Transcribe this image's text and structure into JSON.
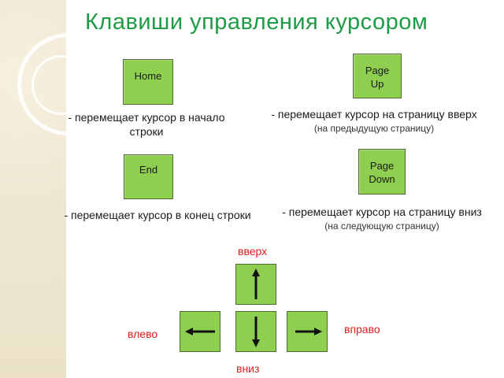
{
  "title": "Клавиши управления курсором",
  "keys": {
    "home": {
      "label": "Home",
      "desc": "- перемещает курсор в начало строки"
    },
    "end": {
      "label": "End",
      "desc": "- перемещает курсор в конец строки"
    },
    "page_up": {
      "label_line1": "Page",
      "label_line2": "Up",
      "desc": "- перемещает курсор на страницу вверх",
      "note": "(на предыдущую страницу)"
    },
    "page_down": {
      "label_line1": "Page",
      "label_line2": "Down",
      "desc": "- перемещает курсор на страницу вниз",
      "note": "(на следующую страницу)"
    }
  },
  "arrows": {
    "up": "вверх",
    "left": "влево",
    "right": "вправо",
    "down": "вниз"
  },
  "colors": {
    "title": "#1e9b47",
    "key_fill": "#8ecf4f",
    "arrow_label": "#e01b1b"
  }
}
